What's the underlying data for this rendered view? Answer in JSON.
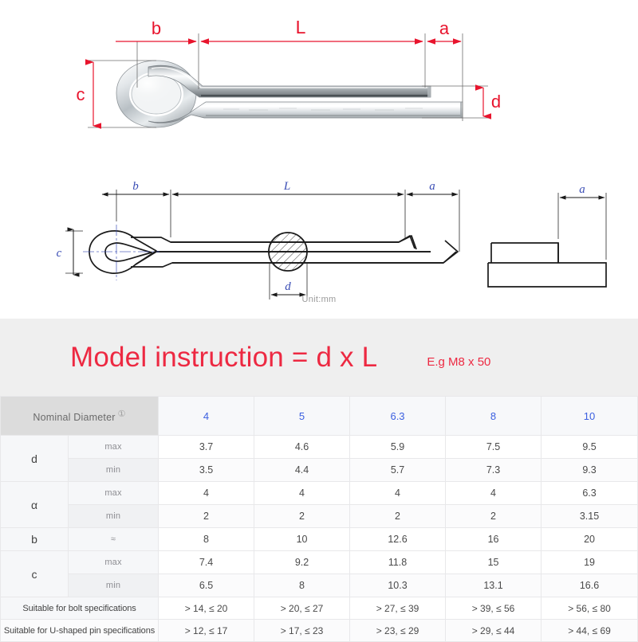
{
  "photo": {
    "alt_name": "cotter-pin-photograph",
    "dimension_labels": {
      "b": "b",
      "L": "L",
      "a": "a",
      "c": "c",
      "d": "d"
    },
    "dimension_color": "#e8142d"
  },
  "cad": {
    "alt_name": "cotter-pin-engineering-drawing",
    "dimension_labels": {
      "b": "b",
      "L": "L",
      "a": "a",
      "c": "c",
      "d": "d",
      "a_side": "a"
    },
    "dimension_color": "#3a4db5",
    "unit_note": "Unit:mm"
  },
  "banner": {
    "title": "Model instruction = d x L",
    "example": "E.g M8 x 50",
    "accent_color": "#ed2942",
    "background_color": "#efefef"
  },
  "table": {
    "header": {
      "nominal_label": "Nominal Diameter",
      "nominal_marker": "①",
      "sizes": [
        "4",
        "5",
        "6.3",
        "8",
        "10"
      ],
      "accent_color": "#3b5fe0"
    },
    "rows": [
      {
        "letter": "d",
        "subrows": [
          {
            "qualifier": "max",
            "values": [
              "3.7",
              "4.6",
              "5.9",
              "7.5",
              "9.5"
            ]
          },
          {
            "qualifier": "min",
            "values": [
              "3.5",
              "4.4",
              "5.7",
              "7.3",
              "9.3"
            ]
          }
        ]
      },
      {
        "letter": "α",
        "subrows": [
          {
            "qualifier": "max",
            "values": [
              "4",
              "4",
              "4",
              "4",
              "6.3"
            ]
          },
          {
            "qualifier": "min",
            "values": [
              "2",
              "2",
              "2",
              "2",
              "3.15"
            ]
          }
        ]
      },
      {
        "letter": "b",
        "subrows": [
          {
            "qualifier": "≈",
            "values": [
              "8",
              "10",
              "12.6",
              "16",
              "20"
            ]
          }
        ]
      },
      {
        "letter": "c",
        "subrows": [
          {
            "qualifier": "max",
            "values": [
              "7.4",
              "9.2",
              "11.8",
              "15",
              "19"
            ]
          },
          {
            "qualifier": "min",
            "values": [
              "6.5",
              "8",
              "10.3",
              "13.1",
              "16.6"
            ]
          }
        ]
      }
    ],
    "suitability_rows": [
      {
        "label": "Suitable for bolt specifications",
        "values": [
          "> 14, ≤ 20",
          "> 20, ≤ 27",
          "> 27, ≤ 39",
          "> 39, ≤ 56",
          "> 56, ≤ 80"
        ]
      },
      {
        "label": "Suitable for U-shaped pin specifications",
        "values": [
          "> 12, ≤ 17",
          "> 17, ≤ 23",
          "> 23, ≤ 29",
          "> 29, ≤ 44",
          "> 44, ≤ 69"
        ]
      }
    ]
  }
}
